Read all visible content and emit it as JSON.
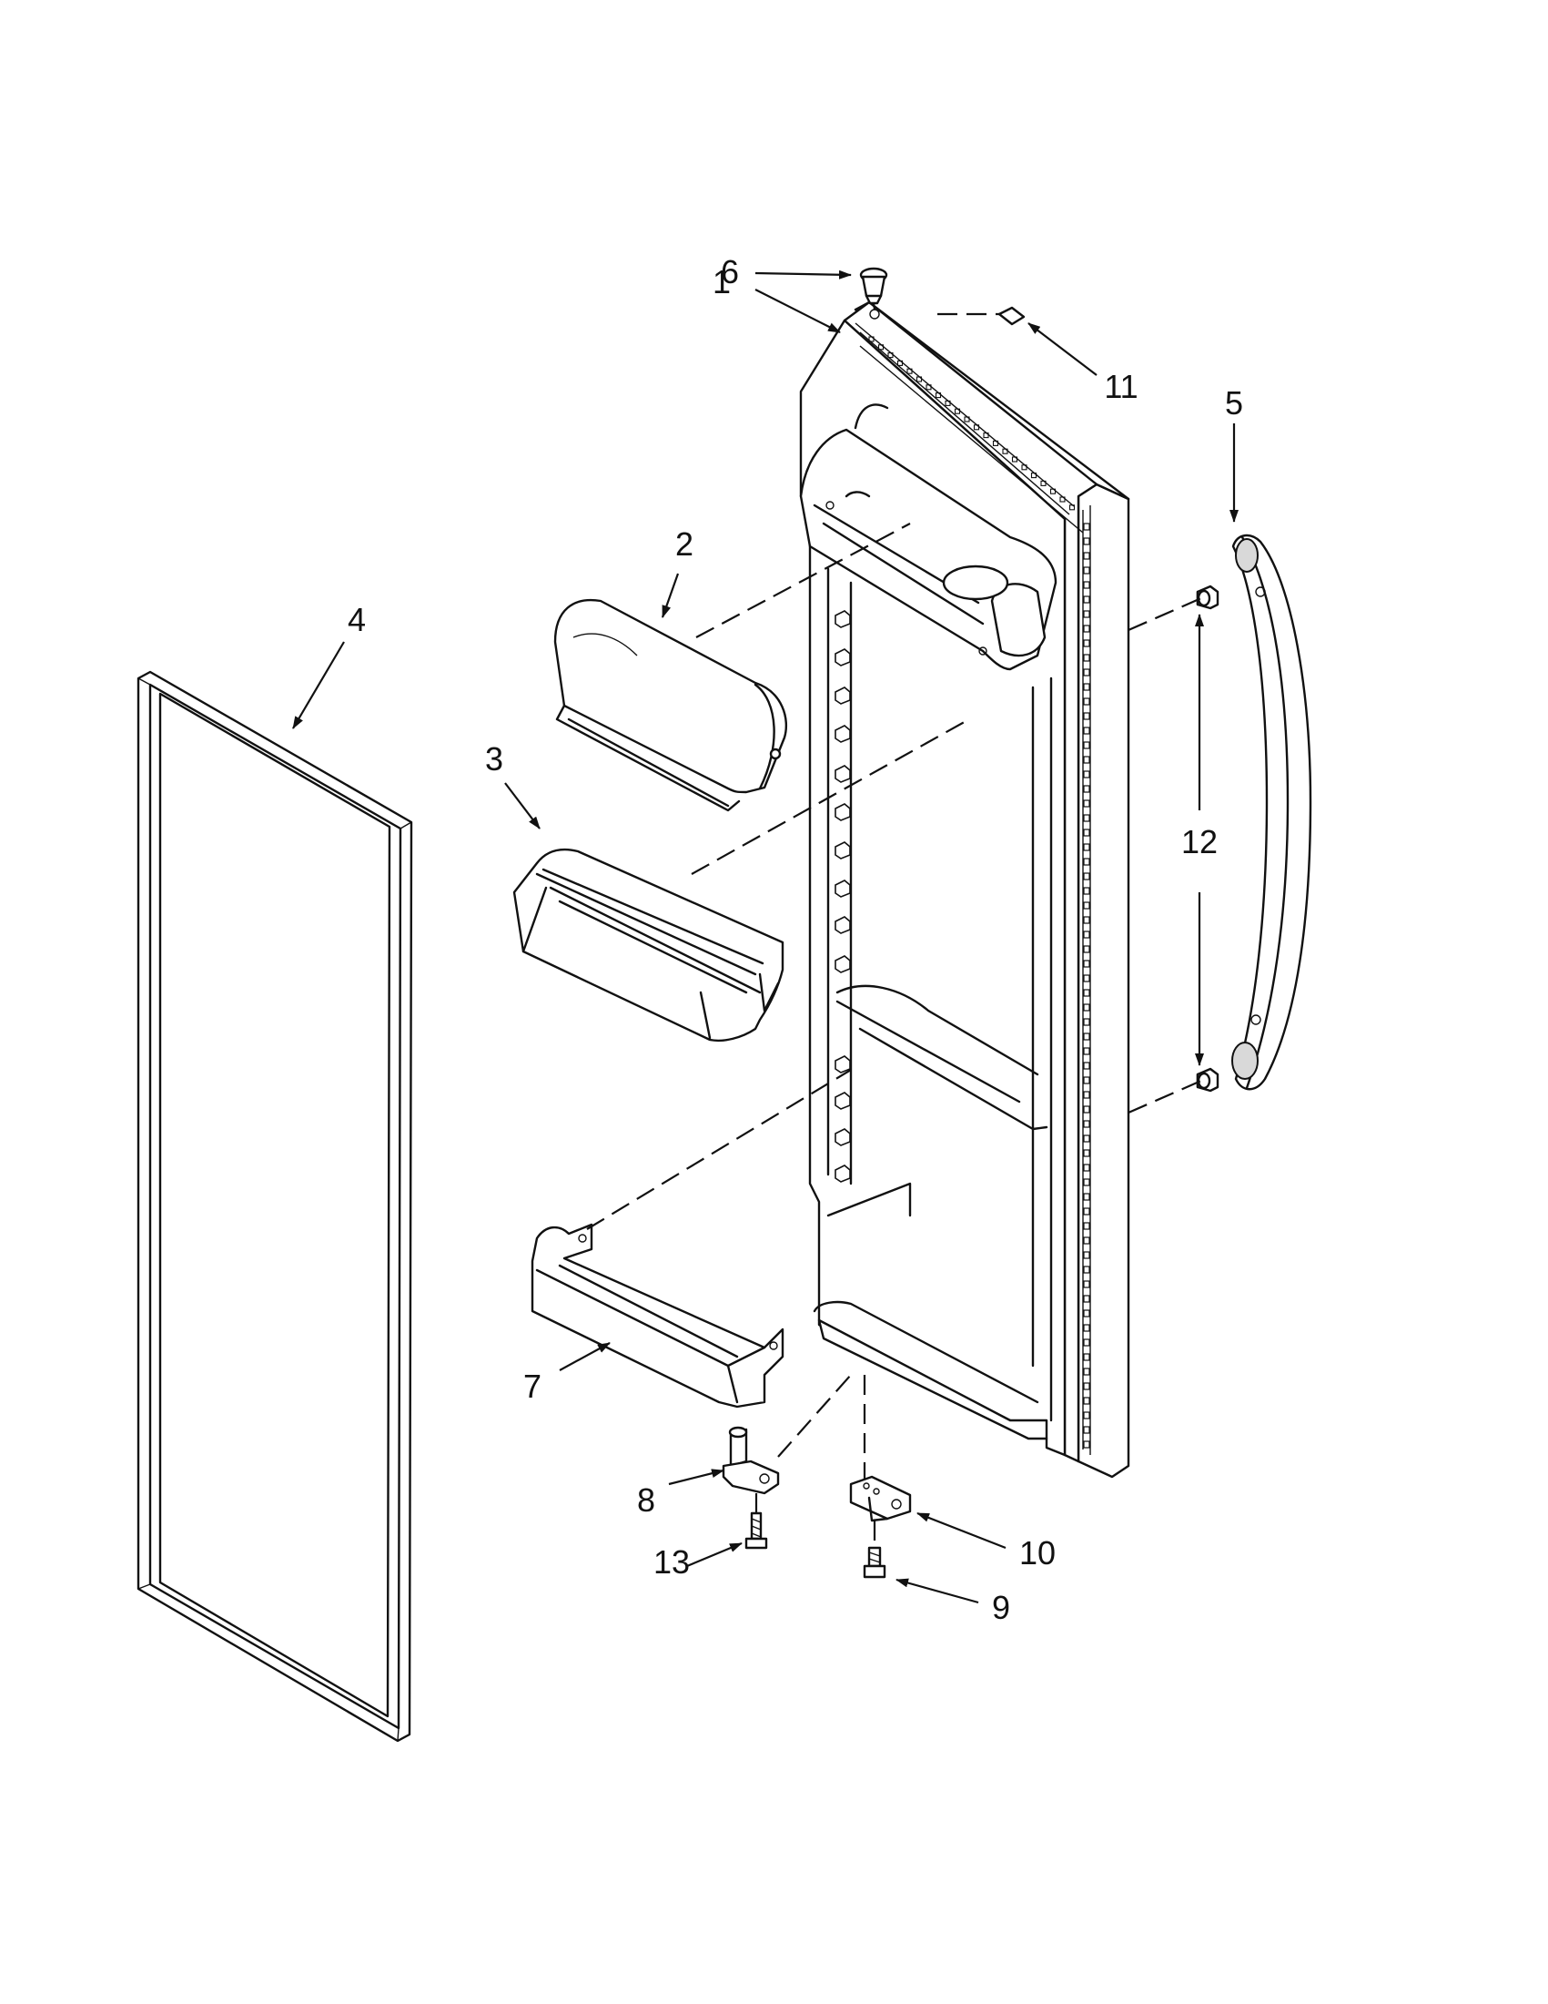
{
  "callouts": {
    "c1": "1",
    "c2": "2",
    "c3": "3",
    "c4": "4",
    "c5": "5",
    "c6": "6",
    "c7": "7",
    "c8": "8",
    "c9": "9",
    "c10": "10",
    "c11": "11",
    "c12": "12",
    "c13": "13"
  },
  "colors": {
    "line": "#111111",
    "shade": "#d9d9d9",
    "background": "#ffffff"
  }
}
